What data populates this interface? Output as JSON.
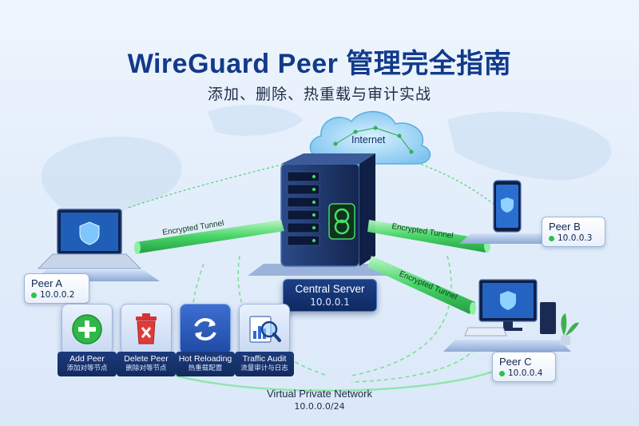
{
  "title": "WireGuard Peer 管理完全指南",
  "subtitle": "添加、删除、热重载与审计实战",
  "internet_label": "Internet",
  "tunnel_label": "Encrypted Tunnel",
  "server": {
    "name": "Central Server",
    "ip": "10.0.0.1"
  },
  "peers": [
    {
      "name": "Peer A",
      "ip": "10.0.0.2"
    },
    {
      "name": "Peer B",
      "ip": "10.0.0.3"
    },
    {
      "name": "Peer C",
      "ip": "10.0.0.4"
    }
  ],
  "actions": [
    {
      "label": "Add Peer",
      "label_zh": "添加对等节点",
      "icon": "plus-icon"
    },
    {
      "label": "Delete Peer",
      "label_zh": "删除对等节点",
      "icon": "trash-icon"
    },
    {
      "label": "Hot Reloading",
      "label_zh": "热重载配置",
      "icon": "refresh-icon"
    },
    {
      "label": "Traffic Audit",
      "label_zh": "流量审计与日志",
      "icon": "magnifier-chart-icon"
    }
  ],
  "vpn": {
    "name": "Virtual Private Network",
    "cidr": "10.0.0.0/24"
  },
  "colors": {
    "tunnel": "#39d35a",
    "brand": "#123a8a",
    "status": "#2fc04a",
    "server": "#1a2f5e"
  }
}
